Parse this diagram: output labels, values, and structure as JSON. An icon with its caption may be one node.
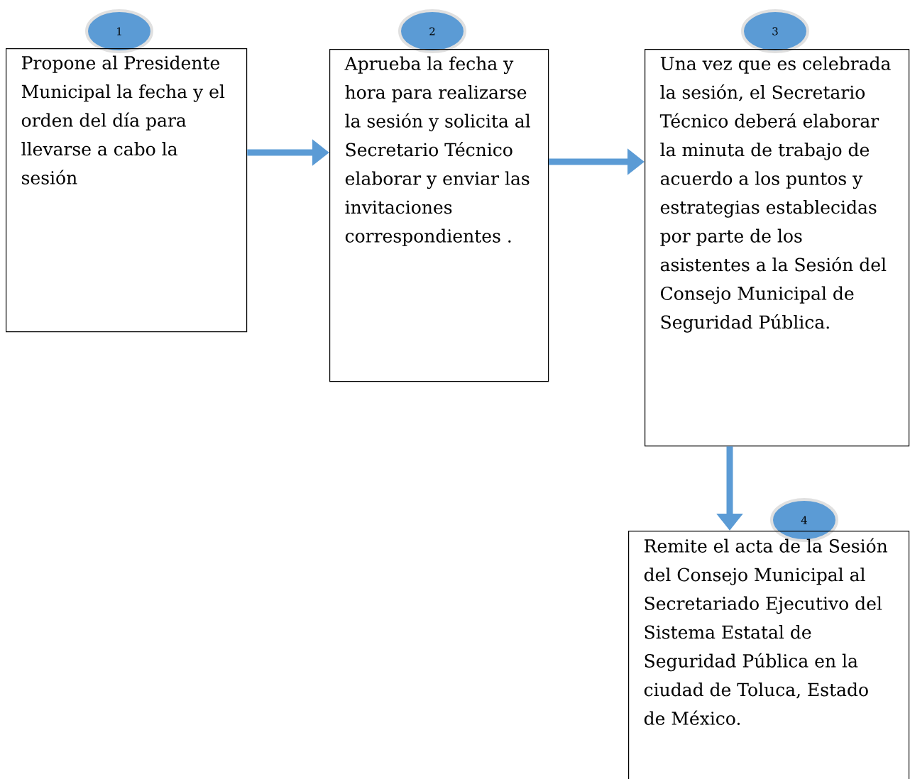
{
  "diagram": {
    "nodes": [
      {
        "text": [
          "1"
        ]
      },
      {
        "text": [
          "Propone al Presidente Municipal la fecha y el orden del día para llevarse a cabo la sesión"
        ]
      },
      {
        "text": [
          "2"
        ]
      },
      {
        "text": [
          "Aprueba la fecha y hora para realizarse la sesión y  solicita al Secretario Técnico elaborar y enviar las invitaciones correspondientes ."
        ]
      },
      {
        "text": [
          "3"
        ]
      },
      {
        "text": [
          "Una vez que es celebrada la sesión, el Secretario Técnico deberá elaborar la minuta de trabajo de acuerdo a los puntos y estrategias establecidas por parte de los asistentes a la Sesión del Consejo Municipal de Seguridad Pública."
        ]
      },
      {
        "text": [
          "4"
        ]
      },
      {
        "text": [
          "Remite el acta de la Sesión del Consejo Municipal al Secretariado Ejecutivo del Sistema Estatal de Seguridad Pública en la ciudad de Toluca, Estado de México."
        ]
      }
    ],
    "edges": [
      {
        "from": 1,
        "to": 3,
        "arrow": "to"
      },
      {
        "from": 3,
        "to": 5,
        "arrow": "to"
      },
      {
        "from": 5,
        "to": 7,
        "arrow": "to"
      }
    ]
  }
}
